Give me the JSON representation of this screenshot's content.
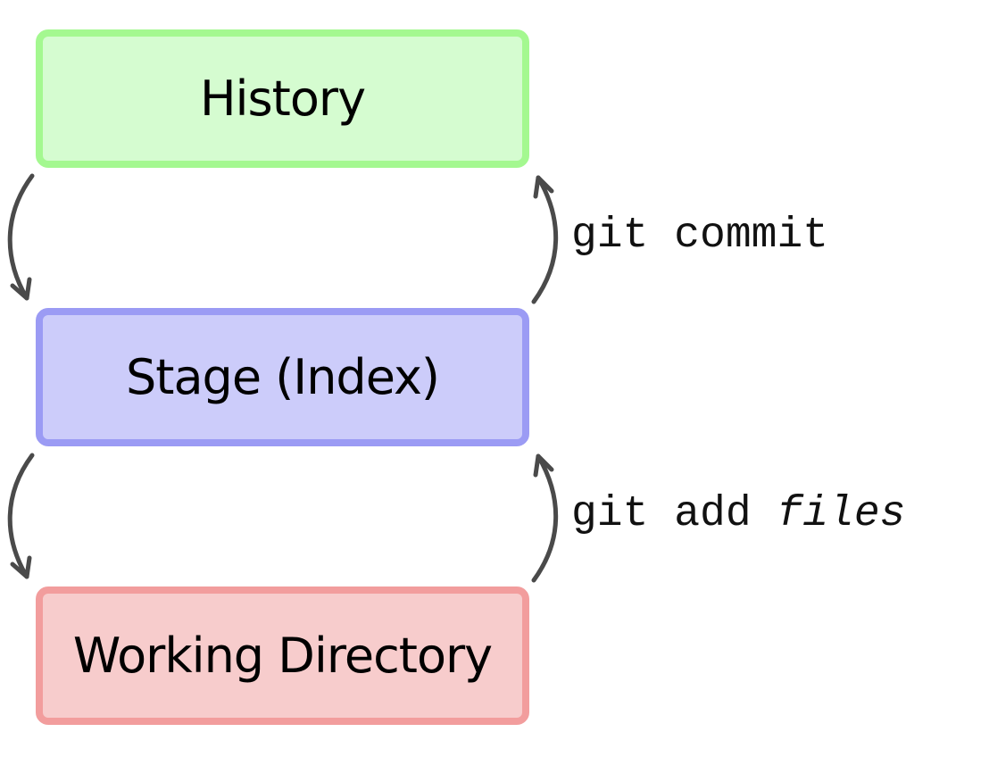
{
  "levels": {
    "history": {
      "label": "History",
      "fill": "#d5fcd0",
      "border": "#a4f890"
    },
    "stage": {
      "label": "Stage (Index)",
      "fill": "#ccccfa",
      "border": "#9b9bf4"
    },
    "working": {
      "label": "Working Directory",
      "fill": "#f7cccc",
      "border": "#f29d9d"
    }
  },
  "commands": {
    "commit": {
      "cmd": "git commit",
      "arg": ""
    },
    "add": {
      "cmd": "git add ",
      "arg": "files"
    }
  },
  "arrow_color": "#4a4a4a"
}
